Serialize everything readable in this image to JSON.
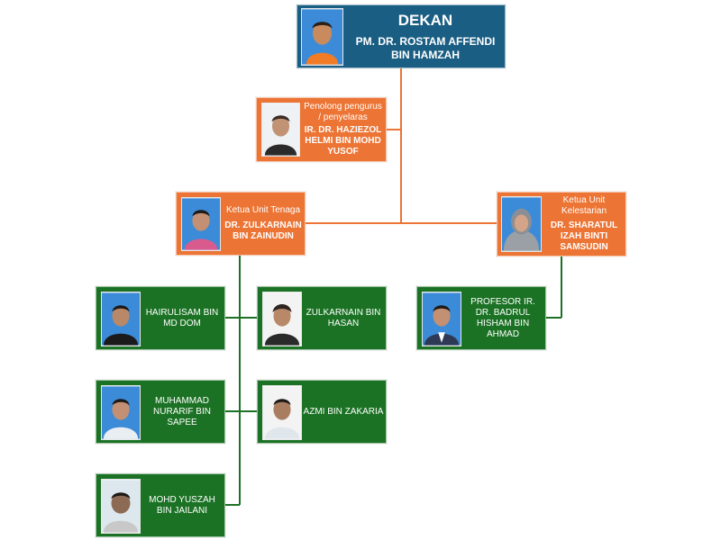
{
  "colors": {
    "top": "#1a5e83",
    "orange": "#ec7434",
    "green": "#1b7224",
    "line_orange": "#ec7434",
    "line_green": "#1b7224"
  },
  "dean": {
    "role": "DEKAN",
    "name": "PM. DR. ROSTAM AFFENDI BIN HAMZAH"
  },
  "assistant": {
    "role": "Penolong pengurus / penyelaras",
    "name": "IR. DR. HAZIEZOL HELMI BIN MOHD YUSOF"
  },
  "energy_head": {
    "role": "Ketua Unit Tenaga",
    "name": "DR. ZULKARNAIN BIN ZAINUDIN"
  },
  "sustain_head": {
    "role": "Ketua Unit Kelestarian",
    "name": "DR. SHARATUL IZAH BINTI SAMSUDIN"
  },
  "members": {
    "hairulisam": "HAIRULISAM BIN MD DOM",
    "zulkarnain_hasan": "ZULKARNAIN BIN HASAN",
    "nurarif": "MUHAMMAD NURARIF BIN SAPEE",
    "azmi": "AZMI BIN ZAKARIA",
    "yuszah": "MOHD YUSZAH BIN JAILANI",
    "badrul": "PROFESOR IR. DR. BADRUL HISHAM BIN AHMAD"
  },
  "icons": {
    "portrait": "person-photo-icon"
  }
}
